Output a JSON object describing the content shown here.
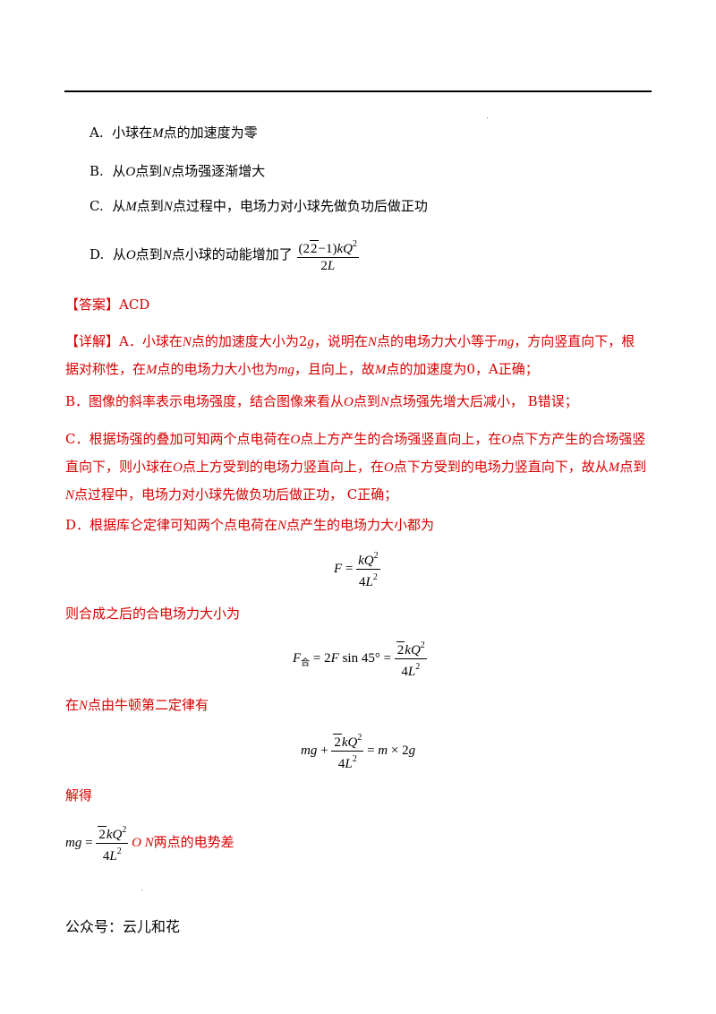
{
  "options": [
    {
      "letter": "A.",
      "before": "小球在",
      "var": "M",
      "after": "点的加速度为零"
    },
    {
      "letter": "B.",
      "before": "从",
      "var": "O",
      "mid": "点到",
      "var2": "N",
      "after": "点场强逐渐增大"
    },
    {
      "letter": "C.",
      "before": "从",
      "var": "M",
      "mid": "点到",
      "var2": "N",
      "after": "点过程中，电场力对小球先做负功后做正功"
    },
    {
      "letter": "D.",
      "before": "从",
      "var": "O",
      "mid": "点到",
      "var2": "N",
      "after": "点小球的动能增加了"
    }
  ],
  "answer": "【答案】ACD",
  "detail": {
    "a_prefix": "【详解】A．小球在",
    "a_1": "点的加速度大小为2",
    "a_2": "，说明在",
    "a_3": "点的电场力大小等于",
    "a_4": "，方向竖直向下，根据对称性，在",
    "a_5": "点的电场力大小也为",
    "a_6": "，且向上，故",
    "a_7": "点的加速度为0，A正确；",
    "b_1": "B．图像的斜率表示电场强度，结合图像来看从",
    "b_2": "点到",
    "b_3": "点场强先增大后减小，  B错误；",
    "c_1": "C．根据场强的叠加可知两个点电荷在",
    "c_2": "点上方产生的合场强竖直向上，在",
    "c_3": "点下方产生的合场强竖直向下，则小球在",
    "c_4": "点上方受到的电场力竖直向上，在",
    "c_5": "点下方受到的电场力竖直向下，故从",
    "c_6": "点到",
    "c_7": "点过程中，电场力对小球先做负功后做正功，  C正确；",
    "d_1": "D．根据库仑定律可知两个点电荷在",
    "d_2": "点产生的电场力大小都为",
    "combined": "则合成之后的合电场力大小为",
    "newton_1": "在",
    "newton_2": "点由牛顿第二定律有",
    "solve": "解得",
    "potential": "两点的电势差"
  },
  "footer": "公众号：云儿和花"
}
